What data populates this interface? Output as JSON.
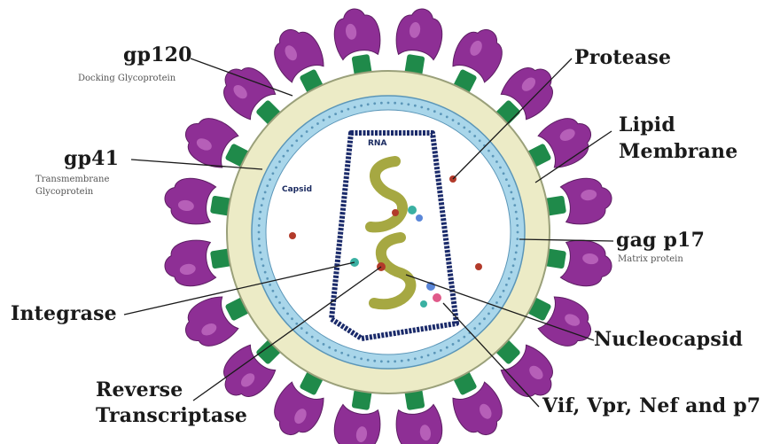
{
  "diagram": {
    "colors": {
      "spike_head": "#8e2f95",
      "spike_highlight": "#c774c8",
      "spike_stem": "#1f8a4a",
      "membrane": "#ecebc6",
      "membrane_edge": "#9aa07a",
      "matrix": "#a9d6ea",
      "matrix_dots": "#5b96b8",
      "interior": "#ffffff",
      "capsid": "#1a2a6a",
      "rna": "#a6a842",
      "protease_dot": "#b23a2a",
      "integrase_dot": "#3ab0a2",
      "enzyme_blue": "#5a86d8",
      "enzyme_pink": "#e05a8a"
    },
    "labels": {
      "gp120": "gp120",
      "gp120_sub": "Docking Glycoprotein",
      "gp41": "gp41",
      "gp41_sub1": "Transmembrane",
      "gp41_sub2": "Glycoprotein",
      "protease": "Protease",
      "lipid1": "Lipid",
      "lipid2": "Membrane",
      "gagp7": "gag p17",
      "gagp7_sub": "Matrix protein",
      "integrase": "Integrase",
      "nucleocapsid": "Nucleocapsid",
      "reverse1": "Reverse",
      "reverse2": "Transcriptase",
      "vif": "Vif, Vpr, Nef and p7",
      "rna": "RNA",
      "capsid": "Capsid"
    }
  }
}
